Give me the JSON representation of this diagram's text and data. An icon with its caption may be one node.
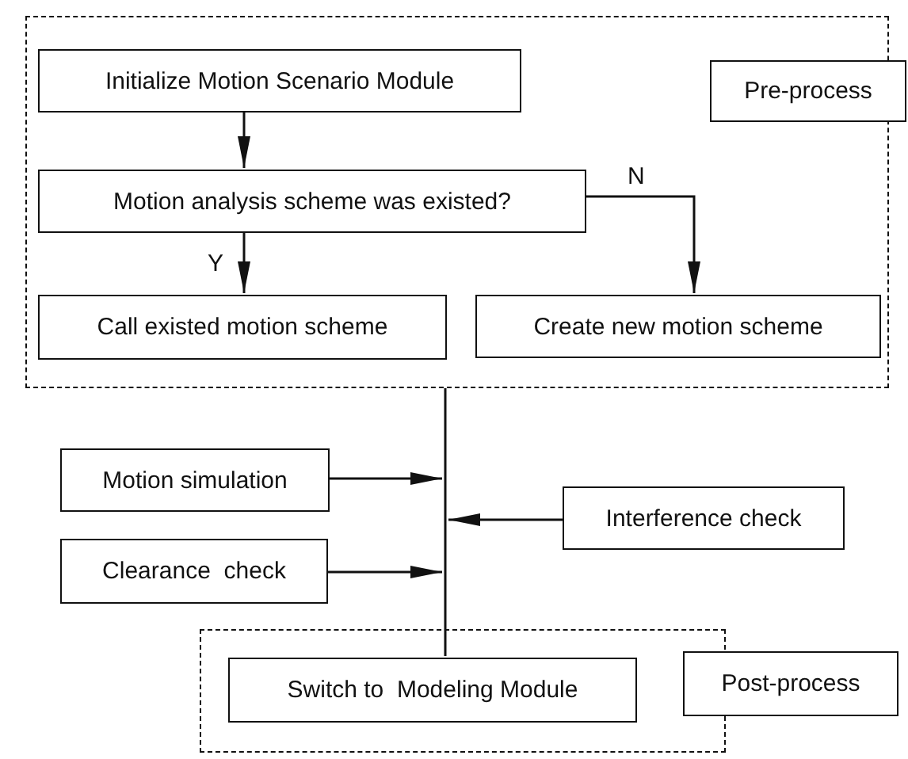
{
  "diagram": {
    "nodes": [
      {
        "text": [],
        "shape": "box"
      },
      {
        "text": [
          "Initialize Motion Scenario Module"
        ],
        "in": 0
      },
      {
        "text": [
          "Motion analysis scheme was existed?"
        ],
        "in": 0
      },
      {
        "text": [
          "Call existed motion scheme"
        ],
        "in": 0
      },
      {
        "text": [
          "Create new motion scheme"
        ],
        "in": 0
      },
      {
        "text": [
          "Pre-process"
        ]
      },
      {
        "text": [
          "Motion simulation"
        ]
      },
      {
        "text": [
          "Interference check"
        ]
      },
      {
        "text": [
          "Clearance  check"
        ]
      },
      {
        "text": [],
        "shape": "box"
      },
      {
        "text": [
          "Switch to  Modeling Module"
        ],
        "in": 9
      },
      {
        "text": [
          "Post-process"
        ]
      }
    ],
    "edges": [
      {
        "from": 1,
        "to": 2,
        "arrow": "to"
      },
      {
        "from": 2,
        "to": 3,
        "arrow": "to",
        "label": "Y"
      },
      {
        "from": 2,
        "to": 4,
        "arrow": "to",
        "label": "N"
      },
      {
        "from": 0,
        "to": 10,
        "arrow": "none"
      },
      {
        "from": 6,
        "to": null,
        "arrow": "to"
      },
      {
        "from": 7,
        "to": null,
        "arrow": "to"
      },
      {
        "from": 8,
        "to": null,
        "arrow": "to"
      }
    ]
  }
}
